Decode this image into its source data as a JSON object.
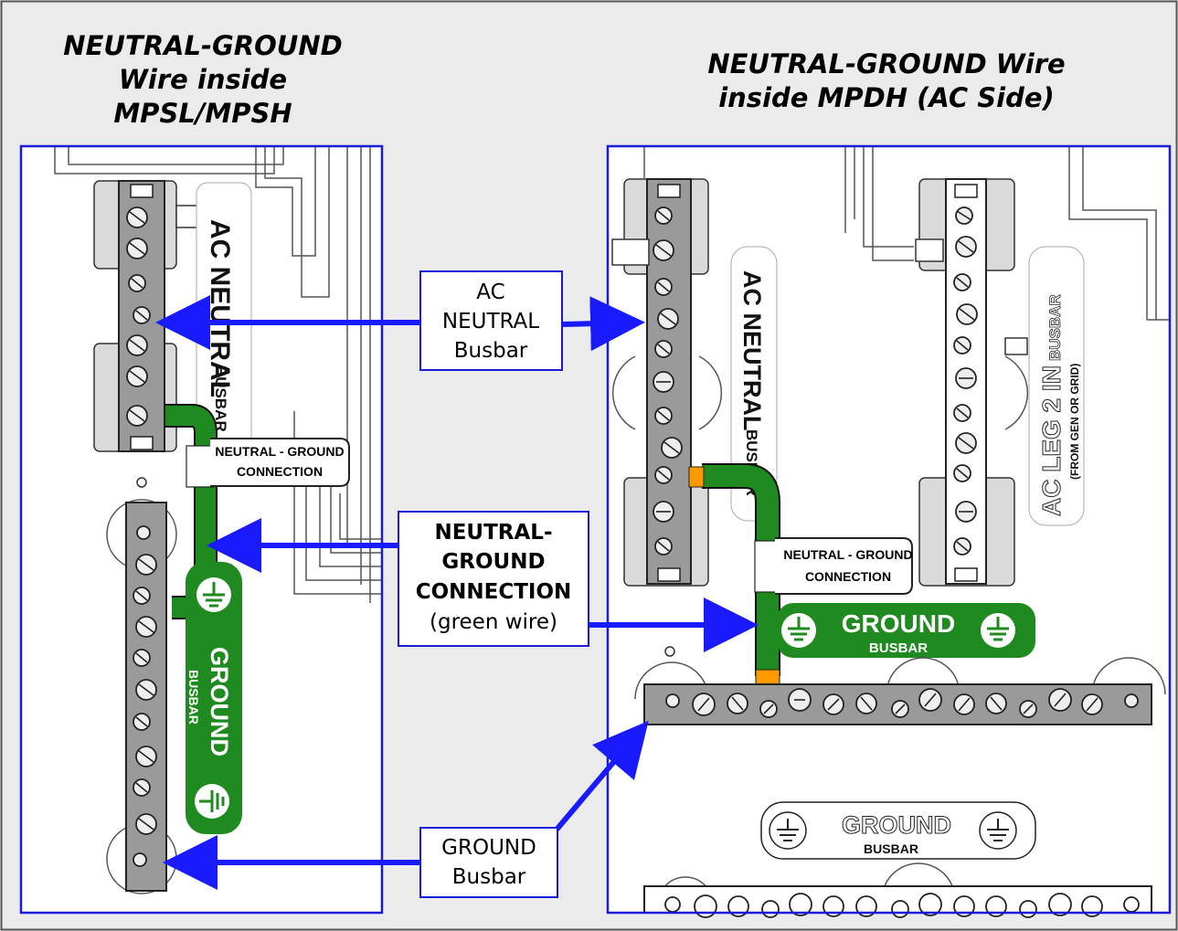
{
  "titles": {
    "left": [
      "NEUTRAL-GROUND",
      "Wire inside",
      "MPSL/MPSH"
    ],
    "right": [
      "NEUTRAL-GROUND Wire",
      "inside MPDH (AC Side)"
    ]
  },
  "callouts": {
    "ac_neutral": [
      "AC",
      "NEUTRAL",
      "Busbar"
    ],
    "ng_connection": [
      "NEUTRAL-",
      "GROUND",
      "CONNECTION"
    ],
    "ng_connection_sub": "(green wire)",
    "ground_busbar": [
      "GROUND",
      "Busbar"
    ]
  },
  "panel_labels": {
    "ac_neutral_main": "AC NEUTRAL",
    "ac_neutral_main_right": "AC NEUTRAL",
    "busbar_small": "BUSBAR",
    "busbar_small_right": "BUSBAR",
    "ng_tag": [
      "NEUTRAL - GROUND",
      "CONNECTION"
    ],
    "ng_tag_right": [
      "NEUTRAL - GROUND",
      "CONNECTION"
    ],
    "ground": "GROUND",
    "ground_busbar_small": "BUSBAR",
    "ground_right": "GROUND",
    "ground_right_busbar": "BUSBAR",
    "ground_lower": "GROUND",
    "ground_lower_busbar": "BUSBAR",
    "ac_leg2": "AC LEG 2 IN",
    "ac_leg2_busbar": "BUSBAR",
    "ac_leg2_sub": "(FROM GEN OR GRID)"
  },
  "colors": {
    "background": "#ebebeb",
    "panel_border": "#1a1adb",
    "arrow": "#1a1aff",
    "green": "#1f8a1f",
    "busbar_gray": "#9a9a9a",
    "orange": "#ff9900"
  }
}
